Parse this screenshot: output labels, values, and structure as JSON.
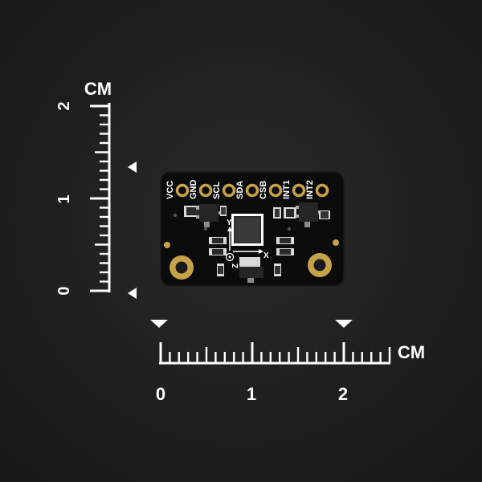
{
  "scene": {
    "background": "#202020",
    "board_color": "#0b0b0b",
    "gold_color": "#c8a24a",
    "ink_color": "#ffffff"
  },
  "vertical_ruler": {
    "unit": "CM",
    "labels": [
      "2",
      "1",
      "0"
    ]
  },
  "horizontal_ruler": {
    "unit": "CM",
    "labels": [
      "0",
      "1",
      "2"
    ]
  },
  "board": {
    "pins": [
      "VCC",
      "GND",
      "SCL",
      "SDA",
      "CSB",
      "INT1",
      "INT2"
    ],
    "axis_labels": {
      "y": "Y",
      "x": "X",
      "z": "Z"
    }
  }
}
